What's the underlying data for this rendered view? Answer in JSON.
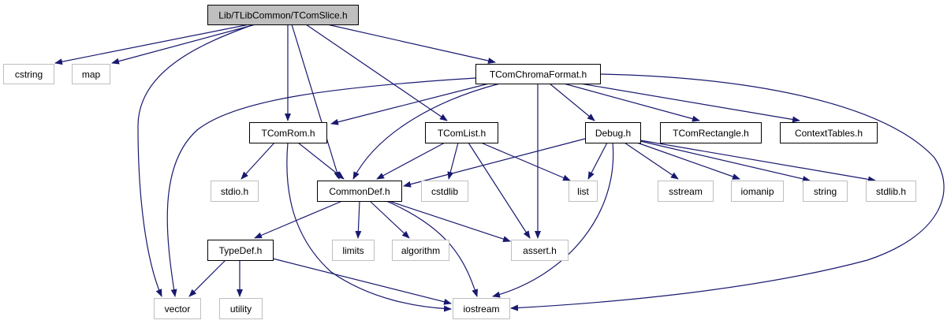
{
  "diagram": {
    "title": "Lib/TLibCommon/TComSlice.h",
    "colors": {
      "edge": "#191970",
      "root_fill": "#bfbfbf",
      "root_border": "#000000",
      "documented_border": "#000000",
      "external_border": "#bfbfbf",
      "node_fill": "#ffffff"
    },
    "nodes": [
      {
        "id": "tcomslice",
        "label": "Lib/TLibCommon/TComSlice.h",
        "kind": "root"
      },
      {
        "id": "cstring",
        "label": "cstring",
        "kind": "external"
      },
      {
        "id": "map",
        "label": "map",
        "kind": "external"
      },
      {
        "id": "tcomchromaformat",
        "label": "TComChromaFormat.h",
        "kind": "documented"
      },
      {
        "id": "tcomrom",
        "label": "TComRom.h",
        "kind": "documented"
      },
      {
        "id": "tcomlist",
        "label": "TComList.h",
        "kind": "documented"
      },
      {
        "id": "debug",
        "label": "Debug.h",
        "kind": "documented"
      },
      {
        "id": "tcomrectangle",
        "label": "TComRectangle.h",
        "kind": "documented"
      },
      {
        "id": "contexttables",
        "label": "ContextTables.h",
        "kind": "documented"
      },
      {
        "id": "stdio",
        "label": "stdio.h",
        "kind": "external"
      },
      {
        "id": "commondef",
        "label": "CommonDef.h",
        "kind": "documented"
      },
      {
        "id": "cstdlib",
        "label": "cstdlib",
        "kind": "external"
      },
      {
        "id": "list",
        "label": "list",
        "kind": "external"
      },
      {
        "id": "sstream",
        "label": "sstream",
        "kind": "external"
      },
      {
        "id": "iomanip",
        "label": "iomanip",
        "kind": "external"
      },
      {
        "id": "string",
        "label": "string",
        "kind": "external"
      },
      {
        "id": "stdlib",
        "label": "stdlib.h",
        "kind": "external"
      },
      {
        "id": "typedef",
        "label": "TypeDef.h",
        "kind": "documented"
      },
      {
        "id": "limits",
        "label": "limits",
        "kind": "external"
      },
      {
        "id": "algorithm",
        "label": "algorithm",
        "kind": "external"
      },
      {
        "id": "assert",
        "label": "assert.h",
        "kind": "external"
      },
      {
        "id": "vector",
        "label": "vector",
        "kind": "external"
      },
      {
        "id": "utility",
        "label": "utility",
        "kind": "external"
      },
      {
        "id": "iostream",
        "label": "iostream",
        "kind": "external"
      }
    ],
    "edges": [
      {
        "from": "tcomslice",
        "to": "cstring"
      },
      {
        "from": "tcomslice",
        "to": "map"
      },
      {
        "from": "tcomslice",
        "to": "vector"
      },
      {
        "from": "tcomslice",
        "to": "tcomrom"
      },
      {
        "from": "tcomslice",
        "to": "commondef"
      },
      {
        "from": "tcomslice",
        "to": "tcomlist"
      },
      {
        "from": "tcomslice",
        "to": "tcomchromaformat"
      },
      {
        "from": "tcomchromaformat",
        "to": "vector"
      },
      {
        "from": "tcomchromaformat",
        "to": "tcomrom"
      },
      {
        "from": "tcomchromaformat",
        "to": "commondef"
      },
      {
        "from": "tcomchromaformat",
        "to": "assert"
      },
      {
        "from": "tcomchromaformat",
        "to": "debug"
      },
      {
        "from": "tcomchromaformat",
        "to": "tcomrectangle"
      },
      {
        "from": "tcomchromaformat",
        "to": "contexttables"
      },
      {
        "from": "tcomchromaformat",
        "to": "iostream"
      },
      {
        "from": "tcomrom",
        "to": "stdio"
      },
      {
        "from": "tcomrom",
        "to": "commondef"
      },
      {
        "from": "tcomrom",
        "to": "iostream"
      },
      {
        "from": "tcomlist",
        "to": "commondef"
      },
      {
        "from": "tcomlist",
        "to": "cstdlib"
      },
      {
        "from": "tcomlist",
        "to": "assert"
      },
      {
        "from": "tcomlist",
        "to": "list"
      },
      {
        "from": "debug",
        "to": "commondef"
      },
      {
        "from": "debug",
        "to": "list"
      },
      {
        "from": "debug",
        "to": "iostream"
      },
      {
        "from": "debug",
        "to": "sstream"
      },
      {
        "from": "debug",
        "to": "iomanip"
      },
      {
        "from": "debug",
        "to": "string"
      },
      {
        "from": "debug",
        "to": "stdlib"
      },
      {
        "from": "commondef",
        "to": "typedef"
      },
      {
        "from": "commondef",
        "to": "limits"
      },
      {
        "from": "commondef",
        "to": "algorithm"
      },
      {
        "from": "commondef",
        "to": "assert"
      },
      {
        "from": "commondef",
        "to": "iostream"
      },
      {
        "from": "typedef",
        "to": "vector"
      },
      {
        "from": "typedef",
        "to": "utility"
      },
      {
        "from": "typedef",
        "to": "iostream"
      }
    ]
  }
}
